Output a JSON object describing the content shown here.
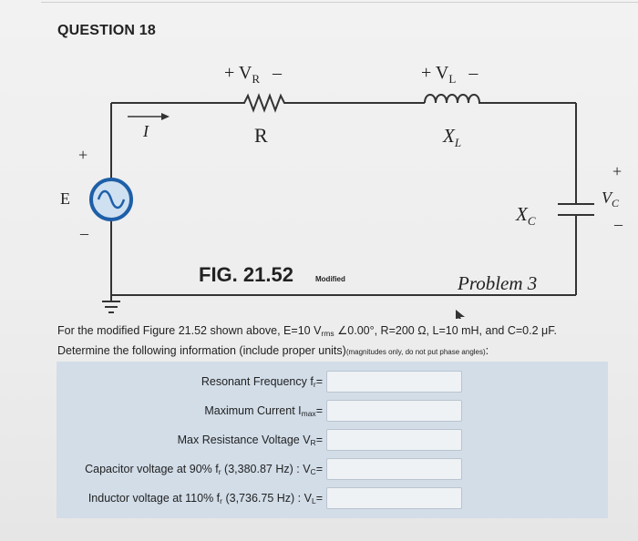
{
  "question": {
    "title": "QUESTION 18"
  },
  "figure": {
    "vr_label": "+ V",
    "vr_sub": "R",
    "vr_minus": "–",
    "r_label": "R",
    "vl_label": "+ V",
    "vl_sub": "L",
    "vl_minus": "–",
    "xl_label": "X",
    "xl_sub": "L",
    "current_label": "I",
    "e_label": "E",
    "e_plus": "+",
    "e_minus": "–",
    "xc_label": "X",
    "xc_sub": "C",
    "vc_plus": "+",
    "vc_label": "V",
    "vc_sub": "C",
    "vc_minus": "–",
    "fig_title": "FIG. 21.52",
    "fig_note": "Modified",
    "problem": "Problem 3"
  },
  "prompt": {
    "part1": "For the modified Figure 21.52 shown above, E=10 V",
    "rms_sub": "rms",
    "part2": " ∠0.00°, R=200 Ω, L=10 mH, and C=0.2 μF.",
    "line2": "Determine the following information (include proper units)",
    "note": "(magnitudes only, do not put phase angles)",
    "colon": ":"
  },
  "answers": [
    {
      "pre": "Resonant Frequency f",
      "sub": "r",
      "post": "=",
      "value": ""
    },
    {
      "pre": "Maximum Current I",
      "sub": "max",
      "post": "=",
      "value": ""
    },
    {
      "pre": "Max Resistance Voltage V",
      "sub": "R",
      "post": "=",
      "value": ""
    },
    {
      "pre": "Capacitor voltage at 90% f",
      "sub": "r",
      "post": " (3,380.87 Hz) : V",
      "sub2": "C",
      "post2": "=",
      "value": ""
    },
    {
      "pre": "Inductor voltage at 110% f",
      "sub": "r",
      "post": " (3,736.75 Hz) : V",
      "sub2": "L",
      "post2": "=",
      "value": ""
    }
  ],
  "colors": {
    "answer_bg": "#d2dde8",
    "source_ring": "#1e5fa8"
  }
}
